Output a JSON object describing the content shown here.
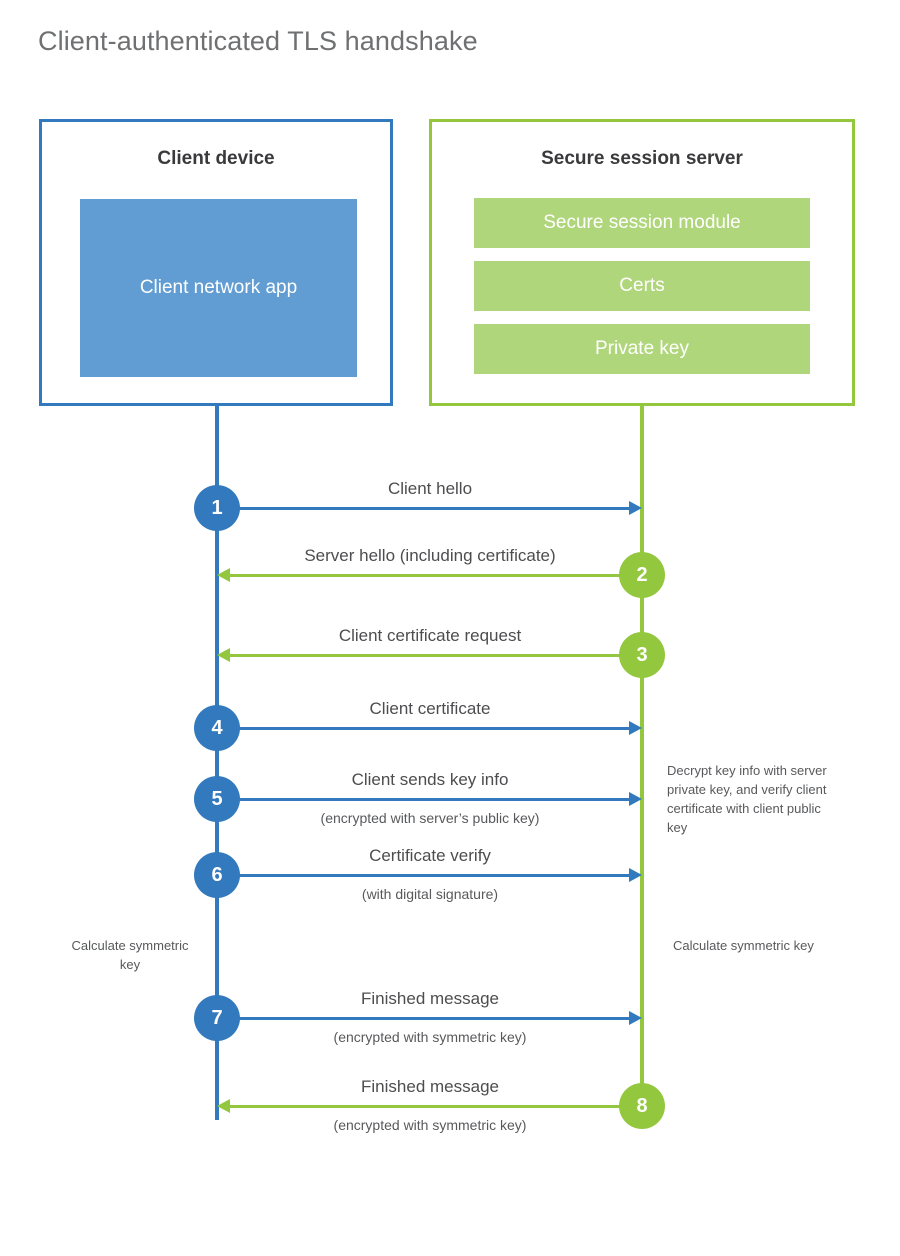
{
  "title": "Client-authenticated TLS handshake",
  "colors": {
    "blue": "#3279bd",
    "blue_fill": "#619dd2",
    "green": "#93c83e",
    "green_fill": "#b0d67b",
    "title_text": "#6f7072",
    "body_text": "#4d4d4f"
  },
  "client": {
    "title": "Client device",
    "app_label": "Client network app"
  },
  "server": {
    "title": "Secure session server",
    "blocks": [
      {
        "label": "Secure session module"
      },
      {
        "label": "Certs"
      },
      {
        "label": "Private key"
      }
    ]
  },
  "notes": {
    "server_decrypt": "Decrypt key info with server private key, and verify client certificate with client public key",
    "client_calculate": "Calculate symmetric key",
    "server_calculate": "Calculate symmetric key"
  },
  "steps": [
    {
      "number": "1",
      "label": "Client hello",
      "sublabel": "",
      "direction": "right",
      "color": "blue"
    },
    {
      "number": "2",
      "label": "Server hello (including certificate)",
      "sublabel": "",
      "direction": "left",
      "color": "green"
    },
    {
      "number": "3",
      "label": "Client certificate request",
      "sublabel": "",
      "direction": "left",
      "color": "green"
    },
    {
      "number": "4",
      "label": "Client certificate",
      "sublabel": "",
      "direction": "right",
      "color": "blue"
    },
    {
      "number": "5",
      "label": "Client sends key info",
      "sublabel": "(encrypted with server’s public key)",
      "direction": "right",
      "color": "blue"
    },
    {
      "number": "6",
      "label": "Certificate verify",
      "sublabel": "(with digital signature)",
      "direction": "right",
      "color": "blue"
    },
    {
      "number": "7",
      "label": "Finished message",
      "sublabel": "(encrypted with symmetric key)",
      "direction": "right",
      "color": "blue"
    },
    {
      "number": "8",
      "label": "Finished message",
      "sublabel": "(encrypted with symmetric key)",
      "direction": "left",
      "color": "green"
    }
  ]
}
